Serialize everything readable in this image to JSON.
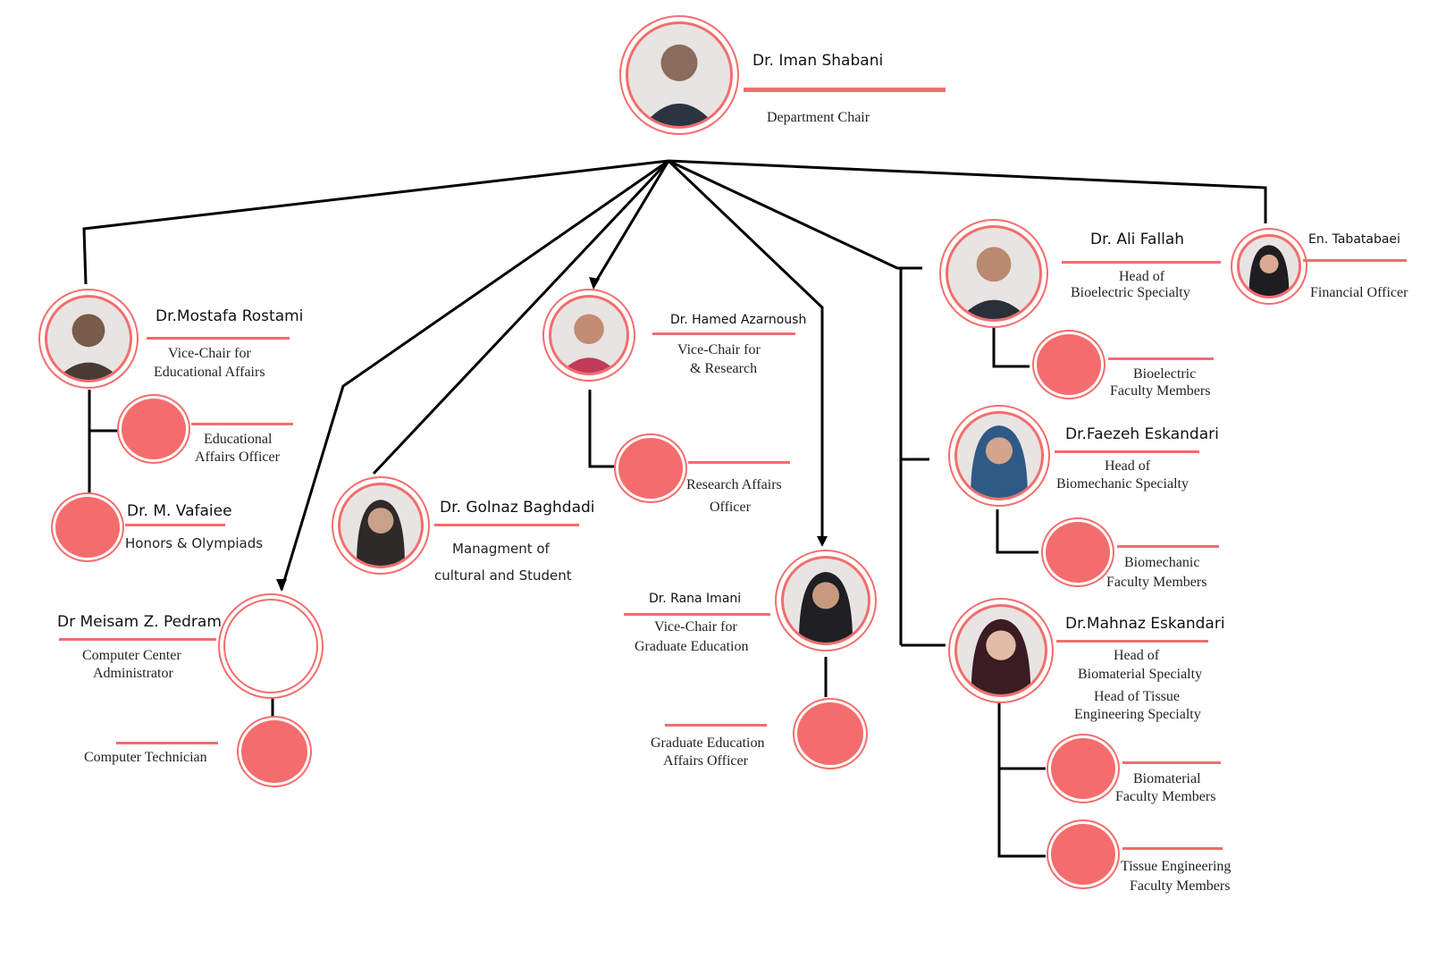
{
  "chair": {
    "name": "Dr. Iman Shabani",
    "role": "Department Chair"
  },
  "rostami": {
    "name": "Dr.Mostafa Rostami",
    "role_line1": "Vice-Chair for",
    "role_line2": "Educational Affairs"
  },
  "edu_officer": {
    "line1": "Educational",
    "line2": "Affairs Officer"
  },
  "vafaiee": {
    "name": "Dr. M. Vafaiee",
    "role": "Honors & Olympiads"
  },
  "pedram": {
    "name": "Dr Meisam Z. Pedram",
    "role_line1": "Computer Center",
    "role_line2": "Administrator"
  },
  "tech": {
    "role": "Computer Technician"
  },
  "baghdadi": {
    "name": "Dr. Golnaz Baghdadi",
    "role_line1": "Managment of",
    "role_line2": "cultural and Student"
  },
  "azarnoush": {
    "name": "Dr. Hamed Azarnoush",
    "role_line1": "Vice-Chair for",
    "role_line2": "& Research"
  },
  "research_officer": {
    "line1": "Research Affairs",
    "line2": "Officer"
  },
  "imani": {
    "name": "Dr. Rana Imani",
    "role_line1": "Vice-Chair for",
    "role_line2": "Graduate Education"
  },
  "grad_officer": {
    "line1": "Graduate Education",
    "line2": "Affairs Officer"
  },
  "fallah": {
    "name": "Dr. Ali Fallah",
    "role_line1": "Head of",
    "role_line2": "Bioelectric Specialty"
  },
  "bioelectric_fm": {
    "line1": "Bioelectric",
    "line2": "Faculty Members"
  },
  "faezeh": {
    "name": "Dr.Faezeh Eskandari",
    "role_line1": "Head of",
    "role_line2": "Biomechanic Specialty"
  },
  "biomechanic_fm": {
    "line1": "Biomechanic",
    "line2": "Faculty Members"
  },
  "mahnaz": {
    "name": "Dr.Mahnaz Eskandari",
    "role_line1": "Head of",
    "role_line2": "Biomaterial Specialty",
    "role_line3": "Head of Tissue",
    "role_line4": "Engineering  Specialty"
  },
  "biomaterial_fm": {
    "line1": "Biomaterial",
    "line2": "Faculty Members"
  },
  "tissue_fm": {
    "line1": "Tissue Engineering",
    "line2": "Faculty Members"
  },
  "tabatabaei": {
    "name": "En. Tabatabaei",
    "role": "Financial Officer"
  },
  "colors": {
    "accent": "#f36d6d",
    "line": "#000000"
  },
  "icons": {
    "photo": "person-photo-icon",
    "placeholder": "empty-position-circle"
  }
}
